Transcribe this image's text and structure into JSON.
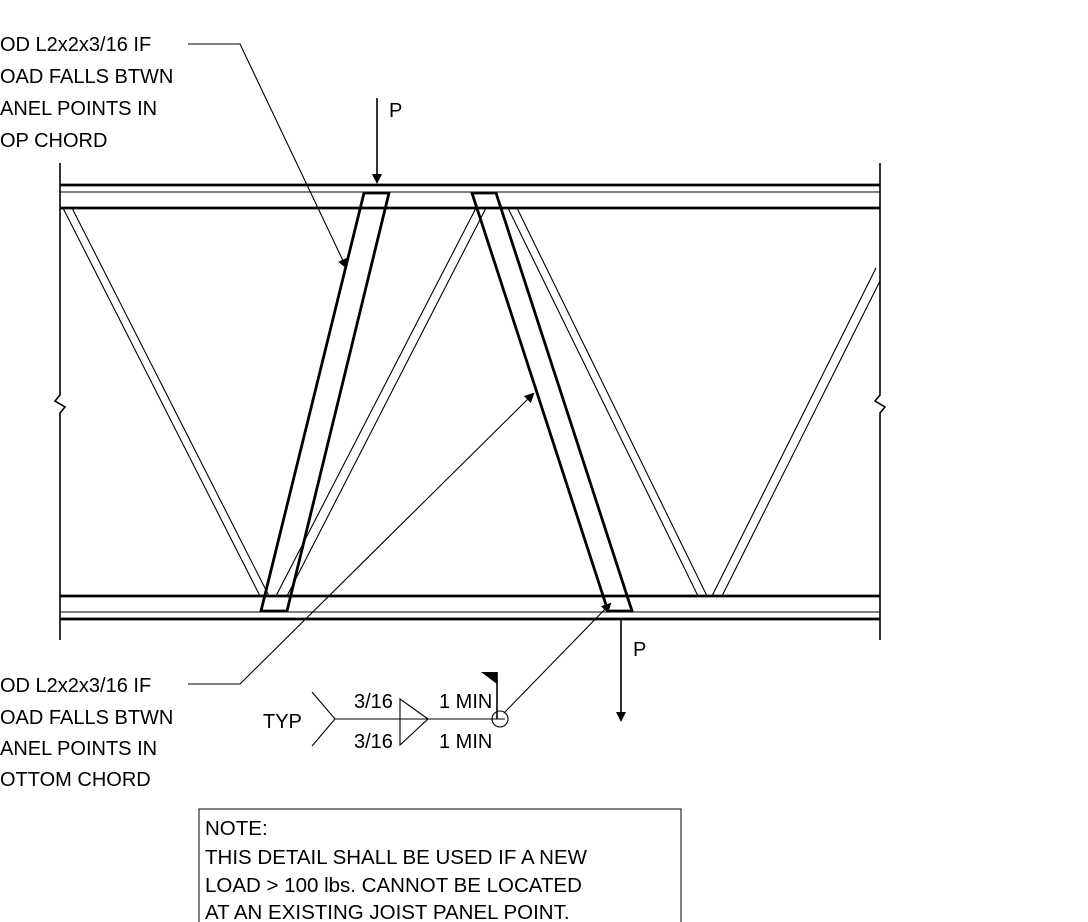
{
  "drawing": {
    "top_label_lines": [
      "OD L2x2x3/16 IF",
      "OAD FALLS BTWN",
      "ANEL POINTS IN",
      "OP CHORD"
    ],
    "bottom_label_lines": [
      "OD L2x2x3/16 IF",
      "OAD FALLS BTWN",
      "ANEL POINTS IN",
      "OTTOM CHORD"
    ],
    "load_top": "P",
    "load_bottom": "P",
    "weld": {
      "tail": "TYP",
      "size_arrow_side": "3/16",
      "size_other_side": "3/16",
      "length_arrow_side": "1 MIN",
      "length_other_side": "1 MIN"
    },
    "note": {
      "title": "NOTE:",
      "lines": [
        "THIS DETAIL SHALL BE USED IF A NEW",
        "LOAD > 100 lbs. CANNOT BE LOCATED",
        "AT AN EXISTING JOIST PANEL POINT."
      ]
    }
  }
}
